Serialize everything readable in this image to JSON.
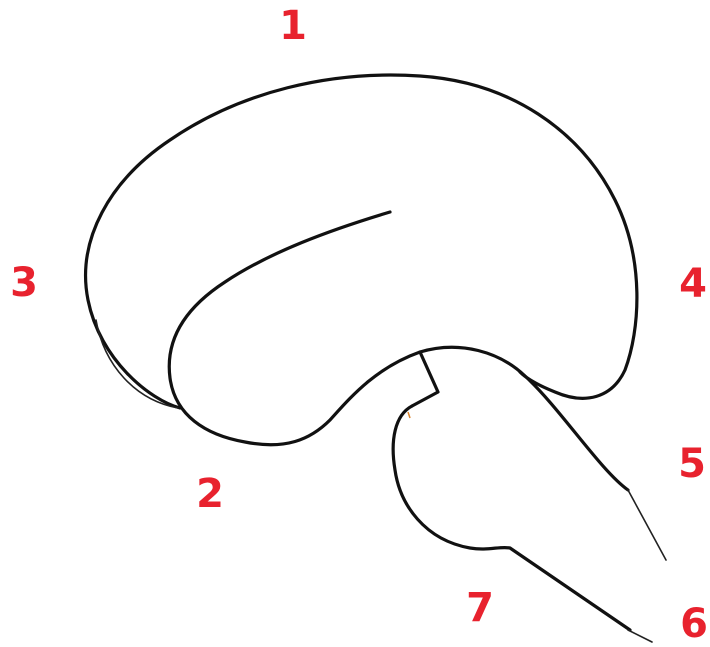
{
  "diagram": {
    "labels": [
      {
        "id": "1",
        "text": "1"
      },
      {
        "id": "2",
        "text": "2"
      },
      {
        "id": "3",
        "text": "3"
      },
      {
        "id": "4",
        "text": "4"
      },
      {
        "id": "5",
        "text": "5"
      },
      {
        "id": "6",
        "text": "6"
      },
      {
        "id": "7",
        "text": "7"
      }
    ]
  },
  "colors": {
    "label": "#e8222e",
    "outline": "#111111",
    "background": "#ffffff"
  }
}
